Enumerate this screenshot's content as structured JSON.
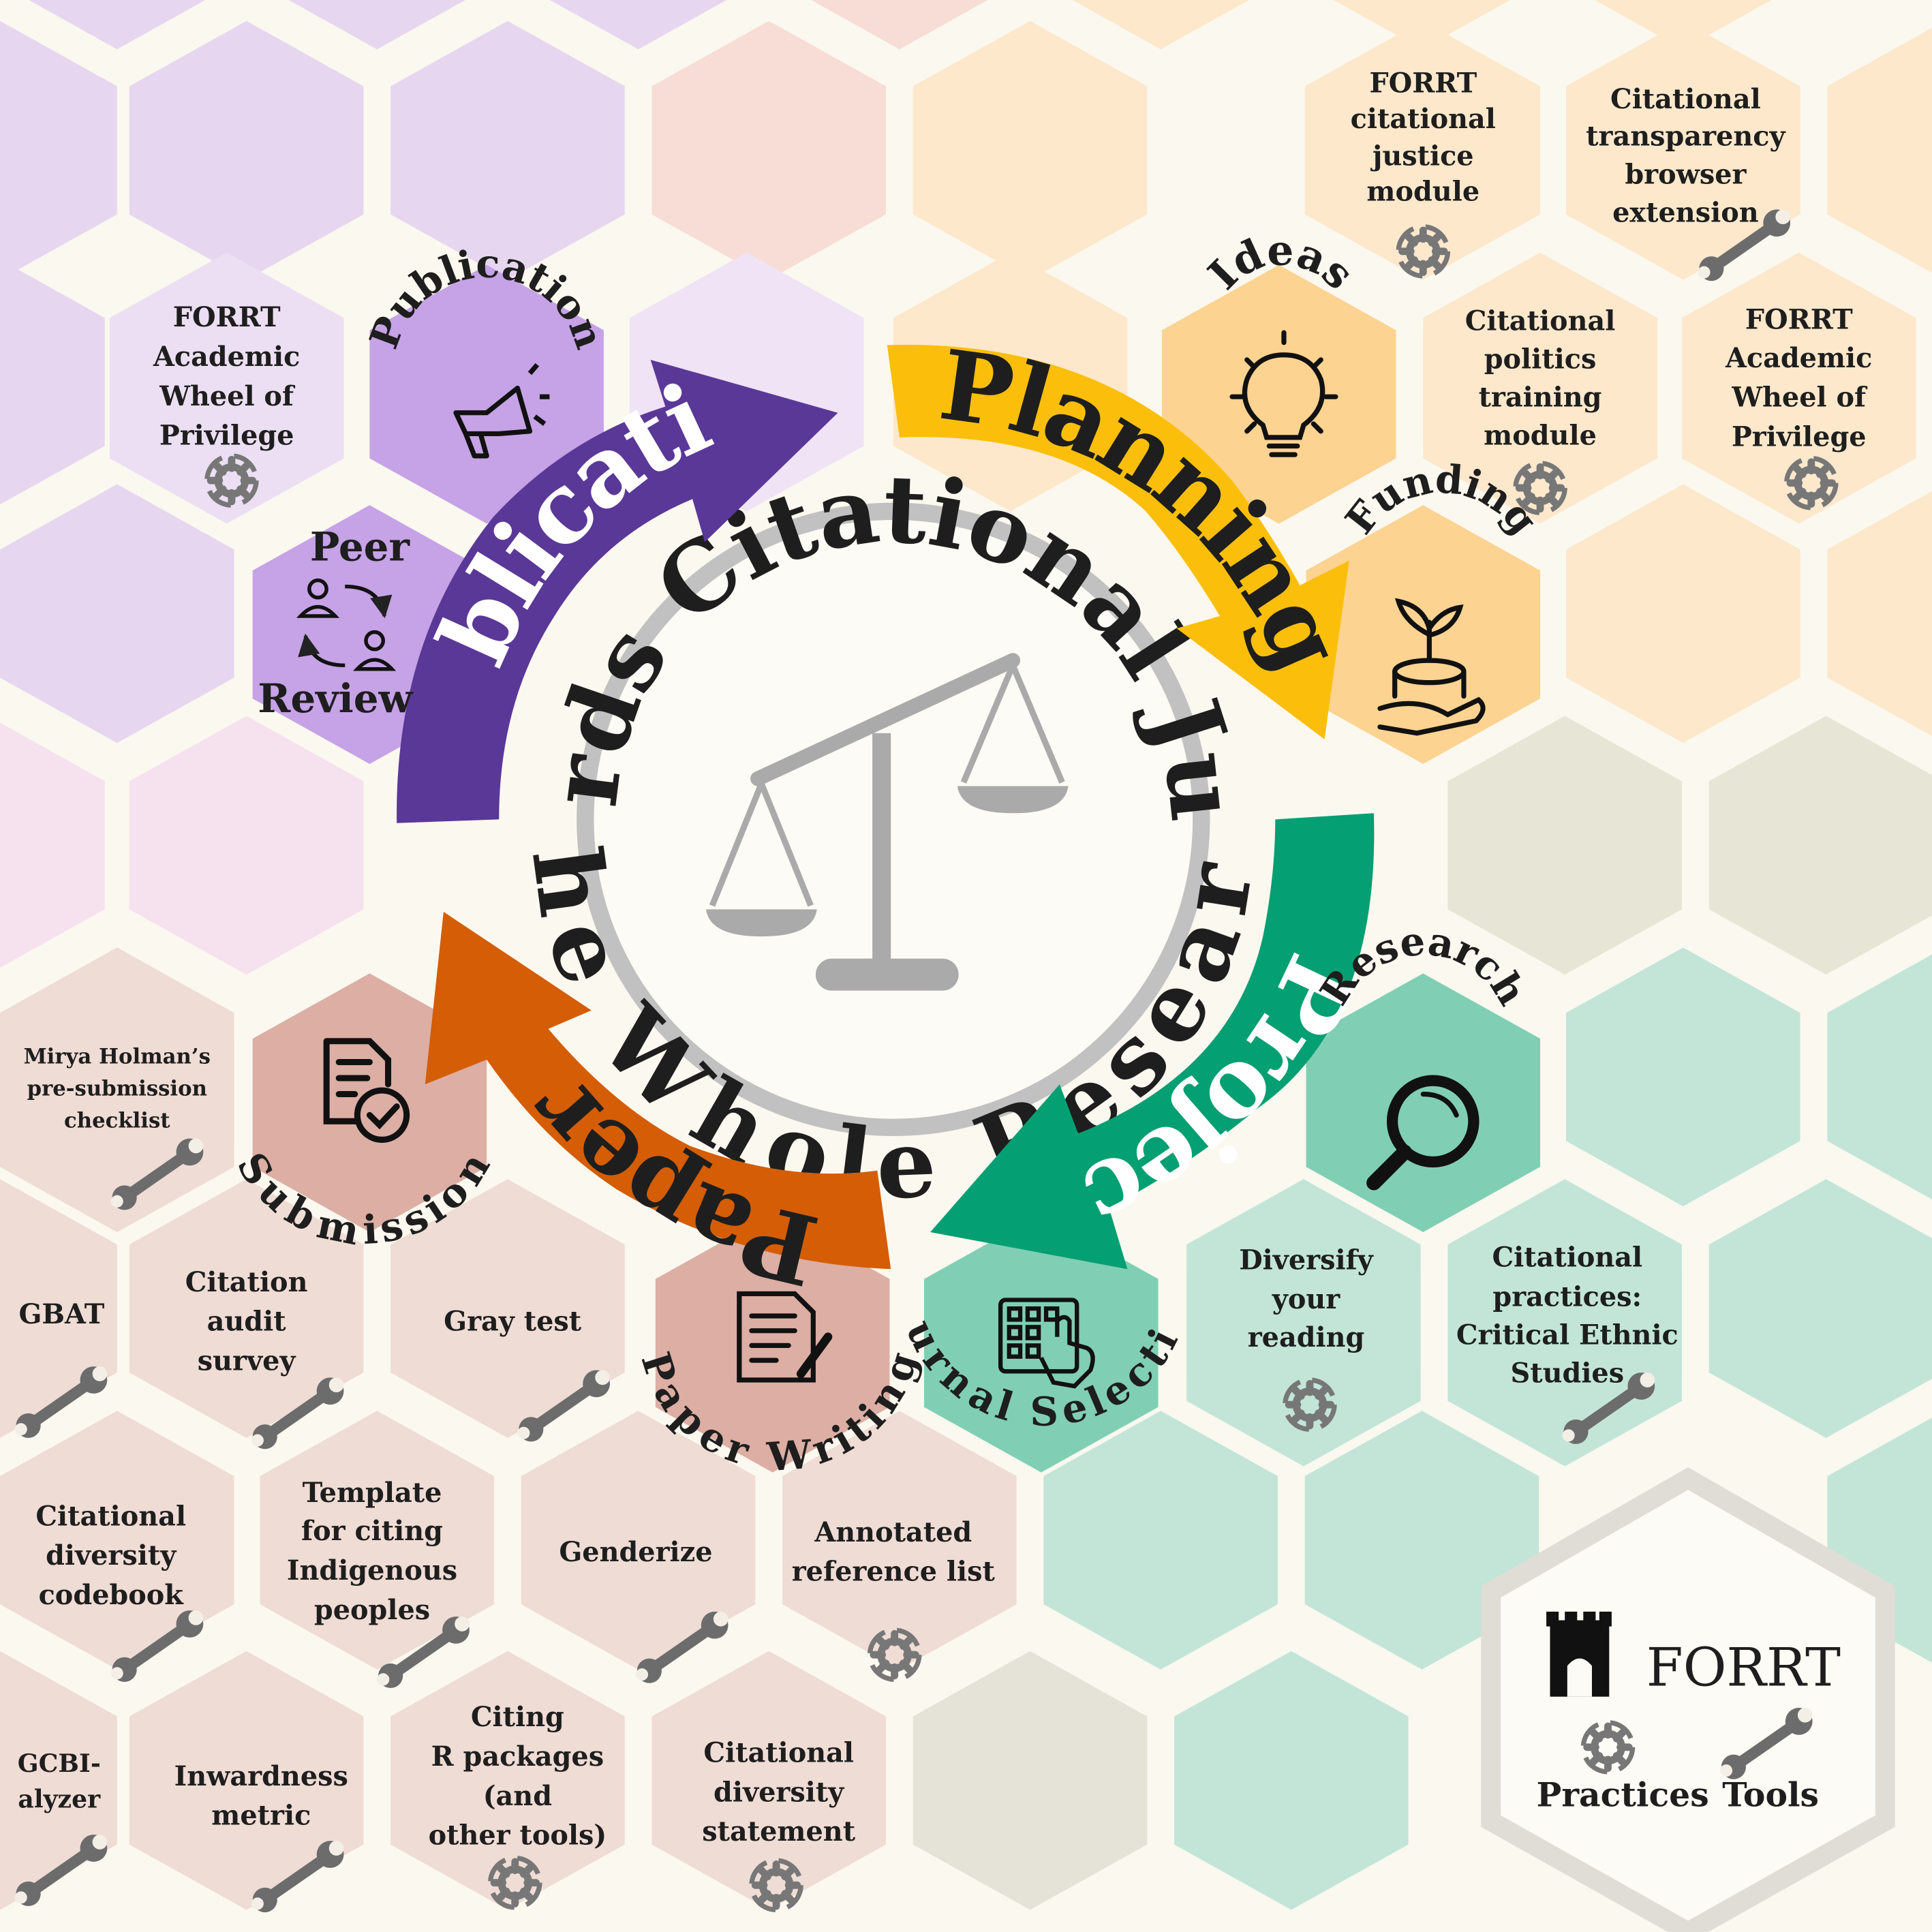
{
  "title": {
    "top": "Towards Citational Justice",
    "bottom": "Across the Whole Research Cycle"
  },
  "phases": {
    "planning": "Planning",
    "project": "Project",
    "paper": "Paper",
    "publication": "Publication"
  },
  "stages": {
    "ideas": "Ideas",
    "funding": "Funding",
    "research": "Research",
    "journal_selection": "Journal Selection",
    "paper_writing": "Paper Writing",
    "submission": "Submission",
    "peer_review_top": "Peer",
    "peer_review_bottom": "Review",
    "publication": "Publication"
  },
  "resources": [
    {
      "lines": [
        "FORRT",
        "citational",
        "justice",
        "module"
      ],
      "kind": "practice"
    },
    {
      "lines": [
        "Citational",
        "transparency",
        "browser",
        "extension"
      ],
      "kind": "tool"
    },
    {
      "lines": [
        "Citational",
        "politics",
        "training",
        "module"
      ],
      "kind": "practice"
    },
    {
      "lines": [
        "FORRT",
        "Academic",
        "Wheel of",
        "Privilege"
      ],
      "kind": "practice"
    },
    {
      "lines": [
        "FORRT",
        "Academic",
        "Wheel of",
        "Privilege"
      ],
      "kind": "practice"
    },
    {
      "lines": [
        "Mirya Holman’s",
        "pre-submission",
        "checklist"
      ],
      "kind": "tool"
    },
    {
      "lines": [
        "Diversify",
        "your",
        "reading"
      ],
      "kind": "practice"
    },
    {
      "lines": [
        "Citational",
        "practices:",
        "Critical Ethnic",
        "Studies"
      ],
      "kind": "tool"
    },
    {
      "lines": [
        "GBAT"
      ],
      "kind": "tool"
    },
    {
      "lines": [
        "Citation",
        "audit",
        "survey"
      ],
      "kind": "tool"
    },
    {
      "lines": [
        "Gray test"
      ],
      "kind": "tool"
    },
    {
      "lines": [
        "Citational",
        "diversity",
        "codebook"
      ],
      "kind": "tool"
    },
    {
      "lines": [
        "Template",
        "for citing",
        "Indigenous",
        "peoples"
      ],
      "kind": "tool"
    },
    {
      "lines": [
        "Genderize"
      ],
      "kind": "tool"
    },
    {
      "lines": [
        "Annotated",
        "reference list"
      ],
      "kind": "practice"
    },
    {
      "lines": [
        "GCBI-",
        "alyzer"
      ],
      "kind": "tool"
    },
    {
      "lines": [
        "Inwardness",
        "metric"
      ],
      "kind": "tool"
    },
    {
      "lines": [
        "Citing",
        "R packages",
        "(and",
        "other tools)"
      ],
      "kind": "practice"
    },
    {
      "lines": [
        "Citational",
        "diversity",
        "statement"
      ],
      "kind": "practice"
    }
  ],
  "legend": {
    "brand": "FORRT",
    "practices": "Practices",
    "tools": "Tools"
  },
  "colors": {
    "planning": "#fbbf0b",
    "project": "#049f72",
    "paper": "#d45d05",
    "publication": "#5a3897",
    "background": "#fbf8ef"
  },
  "icons": [
    "lightbulb-icon",
    "plant-coins-icon",
    "magnifier-icon",
    "touch-grid-icon",
    "document-pen-icon",
    "document-check-icon",
    "exchange-people-icon",
    "megaphone-icon",
    "scales-icon",
    "gear-icon",
    "wrench-icon",
    "castle-icon"
  ]
}
